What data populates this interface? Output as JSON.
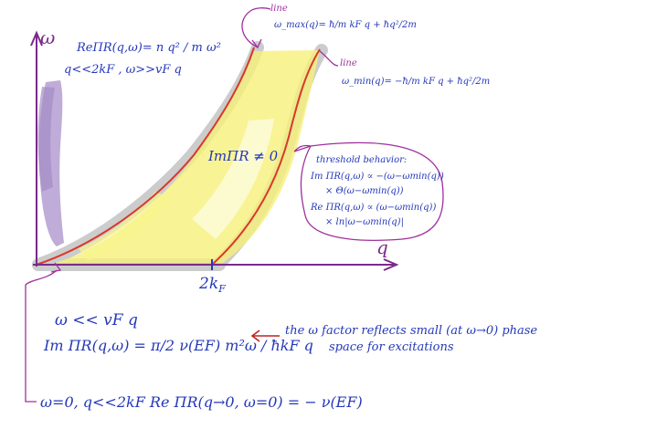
{
  "axes": {
    "y_label": "ω",
    "x_label": "q",
    "tick_2kF": "2k",
    "tick_2kF_sub": "F"
  },
  "colors": {
    "axis": "#7a2a8c",
    "boundary": "#d9382a",
    "continuum_fill": "#f6f07a",
    "shadow": "#c4c4c4",
    "purple_band": "#b8a3d4",
    "ink_blue": "#2438b8"
  },
  "annotations": {
    "re_pi_large_omega": {
      "line1": "ReΠR(q,ω)= n q² / m ω²",
      "line2": "q<<2kF , ω>>vF q"
    },
    "im_pi_nonzero": "ImΠR ≠ 0",
    "omega_max_label": "line",
    "omega_max_formula": "ω_max(q)= ħ/m kF q + ħq²/2m",
    "omega_min_label": "line",
    "omega_min_formula": "ω_min(q)= −ħ/m kF q + ħq²/2m",
    "threshold": {
      "title": "threshold behavior:",
      "l1": "Im ΠR(q,ω) ∝ −(ω−ωmin(q))",
      "l2": "× Θ(ω−ωmin(q))",
      "l3": "Re ΠR(q,ω) ∝ (ω−ωmin(q))",
      "l4": "× ln|ω−ωmin(q)|"
    },
    "low_freq_condition": "ω << vF q",
    "im_pi_low_freq": "Im ΠR(q,ω) = π/2 ν(EF) m²ω / ħkF q",
    "omega_factor_note_1": "the ω factor reflects small (at ω→0) phase",
    "omega_factor_note_2": "space for excitations",
    "static_limit": "ω=0, q<<2kF   Re ΠR(q→0, ω=0) = − ν(EF)"
  }
}
